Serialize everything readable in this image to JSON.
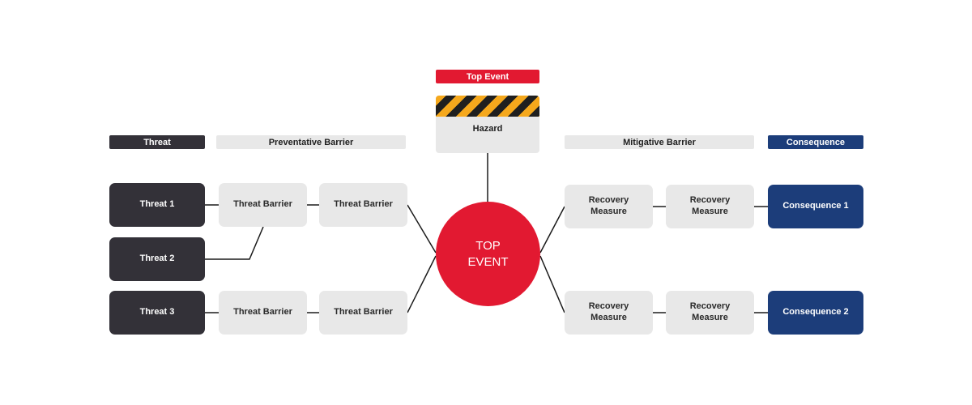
{
  "headers": {
    "threat": "Threat",
    "preventative_barrier": "Preventative Barrier",
    "top_event": "Top Event",
    "mitigative_barrier": "Mitigative Barrier",
    "consequence": "Consequence"
  },
  "hazard": {
    "label": "Hazard"
  },
  "top_event": {
    "line1": "TOP",
    "line2": "EVENT"
  },
  "threats": [
    "Threat 1",
    "Threat 2",
    "Threat 3"
  ],
  "threat_barriers": [
    "Threat Barrier",
    "Threat Barrier",
    "Threat Barrier",
    "Threat Barrier"
  ],
  "recovery_measures": [
    "Recovery Measure",
    "Recovery Measure",
    "Recovery Measure",
    "Recovery Measure"
  ],
  "consequences": [
    "Consequence 1",
    "Consequence 2"
  ],
  "colors": {
    "dark": "#333138",
    "light": "#e8e8e8",
    "red": "#e21931",
    "blue": "#1c3d7a",
    "hazard_stripe": "#f5a81c"
  }
}
